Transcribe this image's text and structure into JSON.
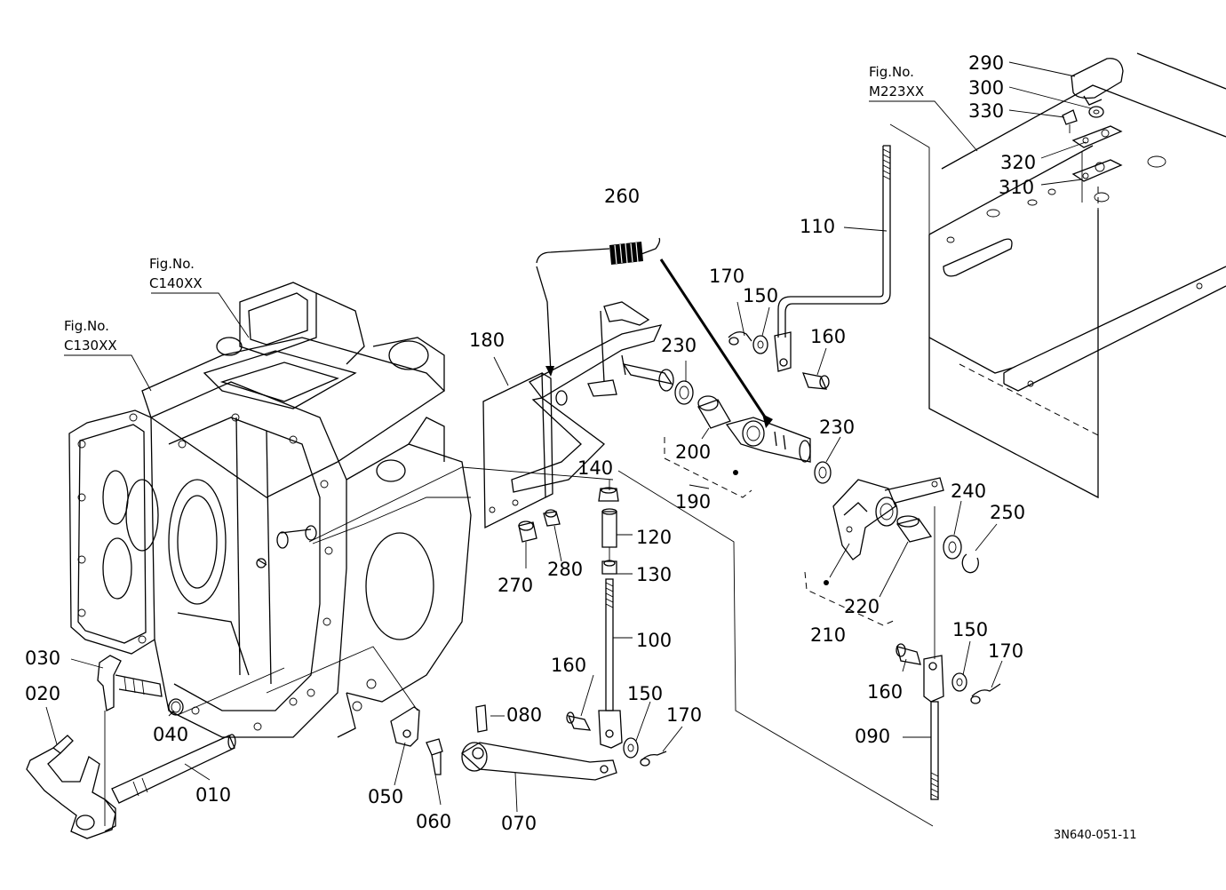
{
  "fig_refs": {
    "c140": {
      "line1": "Fig.No.",
      "line2": "C140XX"
    },
    "c130": {
      "line1": "Fig.No.",
      "line2": "C130XX"
    },
    "m223": {
      "line1": "Fig.No.",
      "line2": "M223XX"
    }
  },
  "callouts": {
    "p010": "010",
    "p020": "020",
    "p030": "030",
    "p040": "040",
    "p050": "050",
    "p060": "060",
    "p070": "070",
    "p080": "080",
    "p090": "090",
    "p100": "100",
    "p110": "110",
    "p120": "120",
    "p130": "130",
    "p140": "140",
    "p150a": "150",
    "p150b": "150",
    "p150c": "150",
    "p160a": "160",
    "p160b": "160",
    "p160c": "160",
    "p170a": "170",
    "p170b": "170",
    "p170c": "170",
    "p180": "180",
    "p190": "190",
    "p200": "200",
    "p210": "210",
    "p220": "220",
    "p230a": "230",
    "p230b": "230",
    "p240": "240",
    "p250": "250",
    "p260": "260",
    "p270": "270",
    "p280": "280",
    "p290": "290",
    "p300": "300",
    "p310": "310",
    "p320": "320",
    "p330": "330"
  },
  "diagram_code": "3N640-051-11"
}
